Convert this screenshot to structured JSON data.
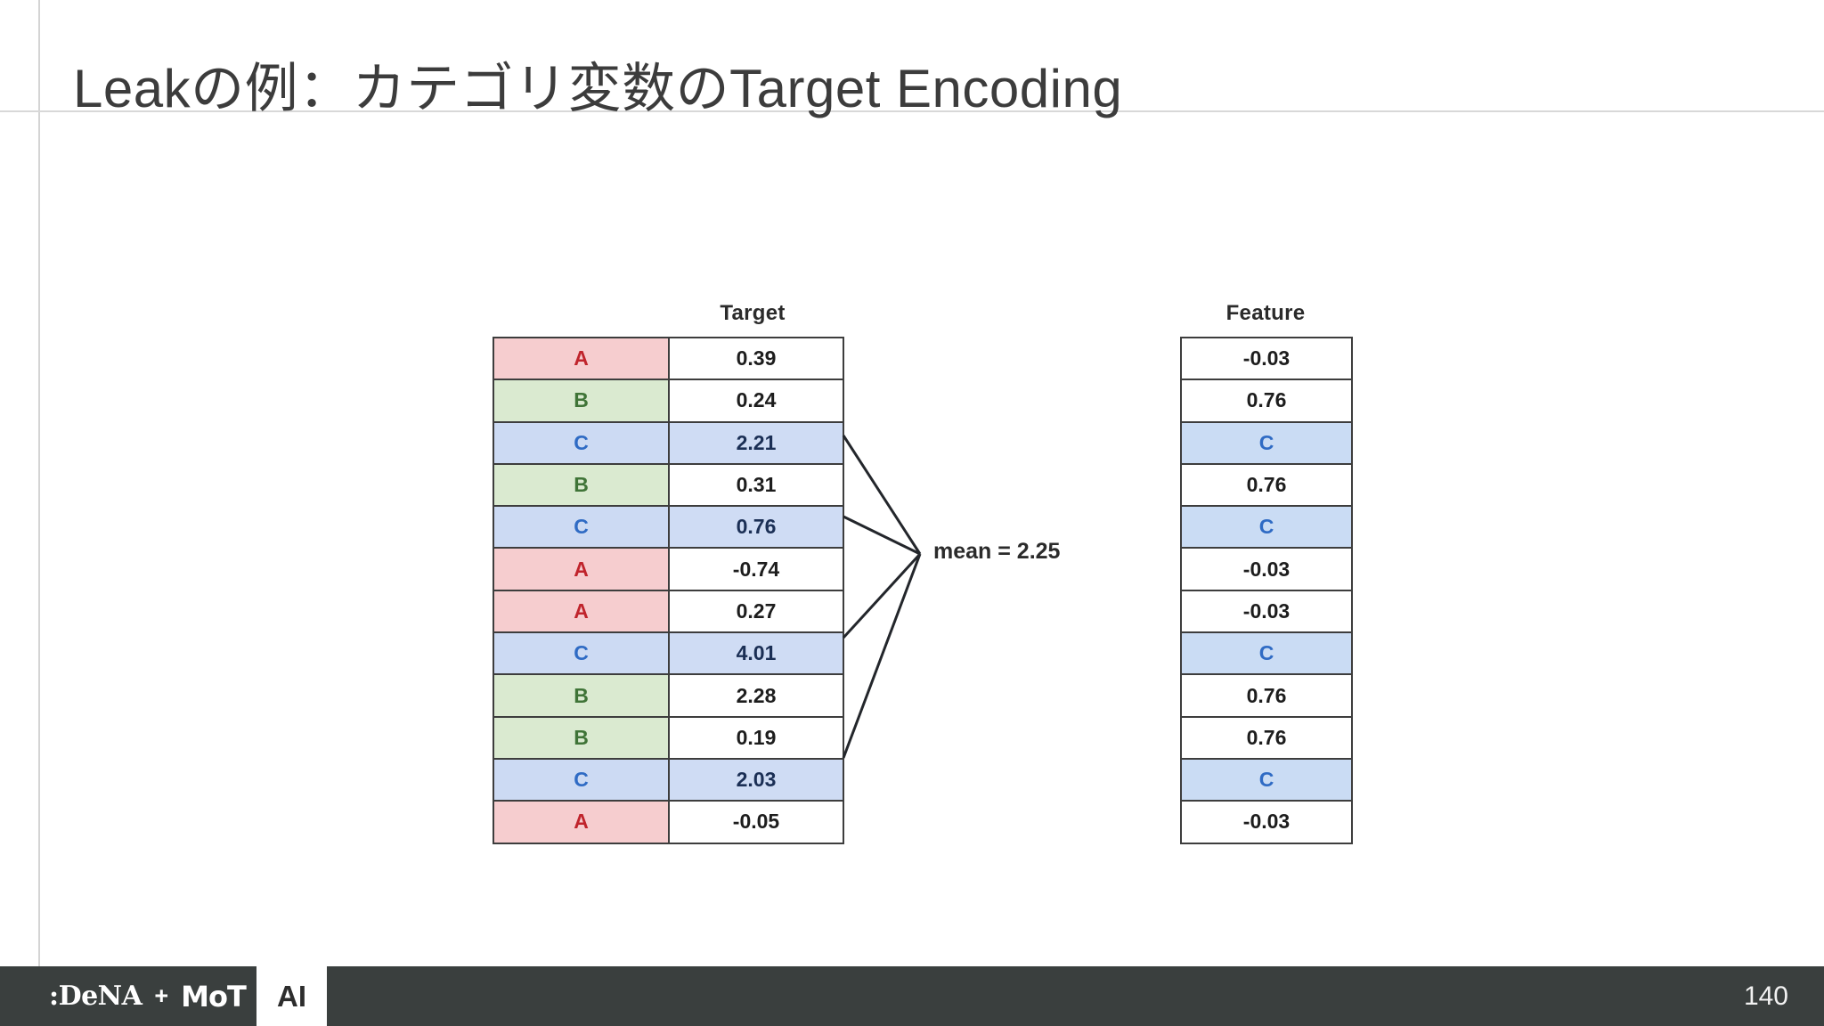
{
  "slide": {
    "title": "Leakの例：カテゴリ変数のTarget Encoding",
    "page_number": "140"
  },
  "footer": {
    "brand_dena": ":DeNA",
    "brand_plus": "+",
    "brand_mot": "MoT",
    "ai_badge": "AI",
    "background_color": "#3a3f3e"
  },
  "diagram": {
    "target_header": "Target",
    "feature_header": "Feature",
    "mean_label": "mean = 2.25",
    "colors": {
      "category_a_bg": "#f6cdcf",
      "category_a_text": "#c0242c",
      "category_b_bg": "#daead0",
      "category_b_text": "#3f7437",
      "category_c_bg": "#ccdaf3",
      "category_c_text": "#2f6bc4",
      "highlight_bg": "#cfdcf4",
      "border": "#3d3d3d"
    },
    "rows": [
      {
        "category": "A",
        "target": "0.39",
        "feature": "-0.03",
        "highlight": false
      },
      {
        "category": "B",
        "target": "0.24",
        "feature": "0.76",
        "highlight": false
      },
      {
        "category": "C",
        "target": "2.21",
        "feature": "C",
        "highlight": true
      },
      {
        "category": "B",
        "target": "0.31",
        "feature": "0.76",
        "highlight": false
      },
      {
        "category": "C",
        "target": "0.76",
        "feature": "C",
        "highlight": true
      },
      {
        "category": "A",
        "target": "-0.74",
        "feature": "-0.03",
        "highlight": false
      },
      {
        "category": "A",
        "target": "0.27",
        "feature": "-0.03",
        "highlight": false
      },
      {
        "category": "C",
        "target": "4.01",
        "feature": "C",
        "highlight": true
      },
      {
        "category": "B",
        "target": "2.28",
        "feature": "0.76",
        "highlight": false
      },
      {
        "category": "B",
        "target": "0.19",
        "feature": "0.76",
        "highlight": false
      },
      {
        "category": "C",
        "target": "2.03",
        "feature": "C",
        "highlight": true
      },
      {
        "category": "A",
        "target": "-0.05",
        "feature": "-0.03",
        "highlight": false
      }
    ]
  },
  "chart_data": {
    "type": "table",
    "title": "Target Encoding leak illustration",
    "categories": [
      "A",
      "B",
      "C",
      "B",
      "C",
      "A",
      "A",
      "C",
      "B",
      "B",
      "C",
      "A"
    ],
    "series": [
      {
        "name": "Target",
        "values": [
          0.39,
          0.24,
          2.21,
          0.31,
          0.76,
          -0.74,
          0.27,
          4.01,
          2.28,
          0.19,
          2.03,
          -0.05
        ]
      },
      {
        "name": "Feature",
        "values": [
          "-0.03",
          "0.76",
          "C",
          "0.76",
          "C",
          "-0.03",
          "-0.03",
          "C",
          "0.76",
          "0.76",
          "C",
          "-0.03"
        ]
      }
    ],
    "annotations": [
      {
        "text": "mean = 2.25",
        "refers_to_rows": [
          3,
          5,
          8,
          11
        ],
        "value": 2.25
      }
    ],
    "legend": [
      "Target",
      "Feature"
    ],
    "grid": false
  }
}
